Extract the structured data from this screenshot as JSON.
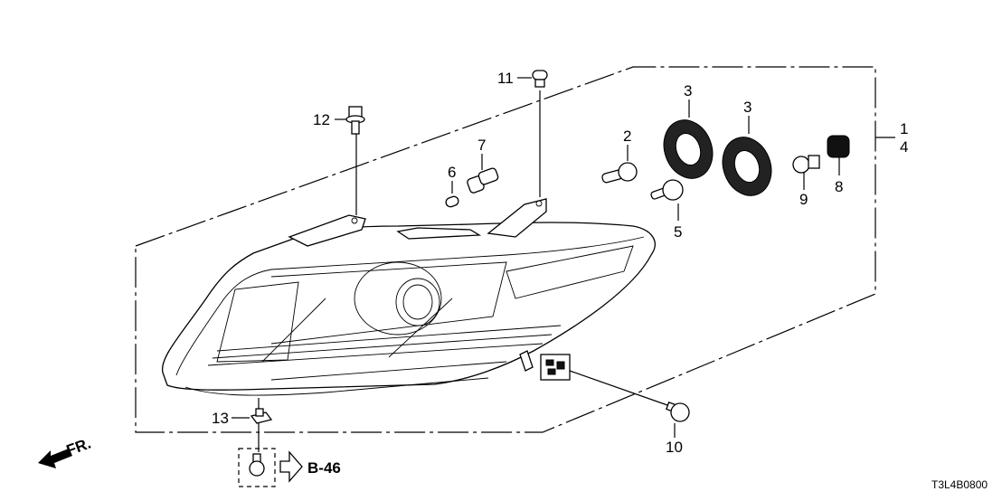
{
  "diagram": {
    "type": "exploded parts diagram",
    "subject": "Headlight assembly",
    "diagram_code": "T3L4B0800",
    "front_indicator": "FR.",
    "reference_arrow": "B-46",
    "callouts": [
      {
        "id": "c1",
        "label": "1"
      },
      {
        "id": "c4",
        "label": "4"
      },
      {
        "id": "c2",
        "label": "2"
      },
      {
        "id": "c3a",
        "label": "3"
      },
      {
        "id": "c3b",
        "label": "3"
      },
      {
        "id": "c5",
        "label": "5"
      },
      {
        "id": "c6",
        "label": "6"
      },
      {
        "id": "c7",
        "label": "7"
      },
      {
        "id": "c8",
        "label": "8"
      },
      {
        "id": "c9",
        "label": "9"
      },
      {
        "id": "c10",
        "label": "10"
      },
      {
        "id": "c11",
        "label": "11"
      },
      {
        "id": "c12",
        "label": "12"
      },
      {
        "id": "c13",
        "label": "13"
      }
    ]
  }
}
